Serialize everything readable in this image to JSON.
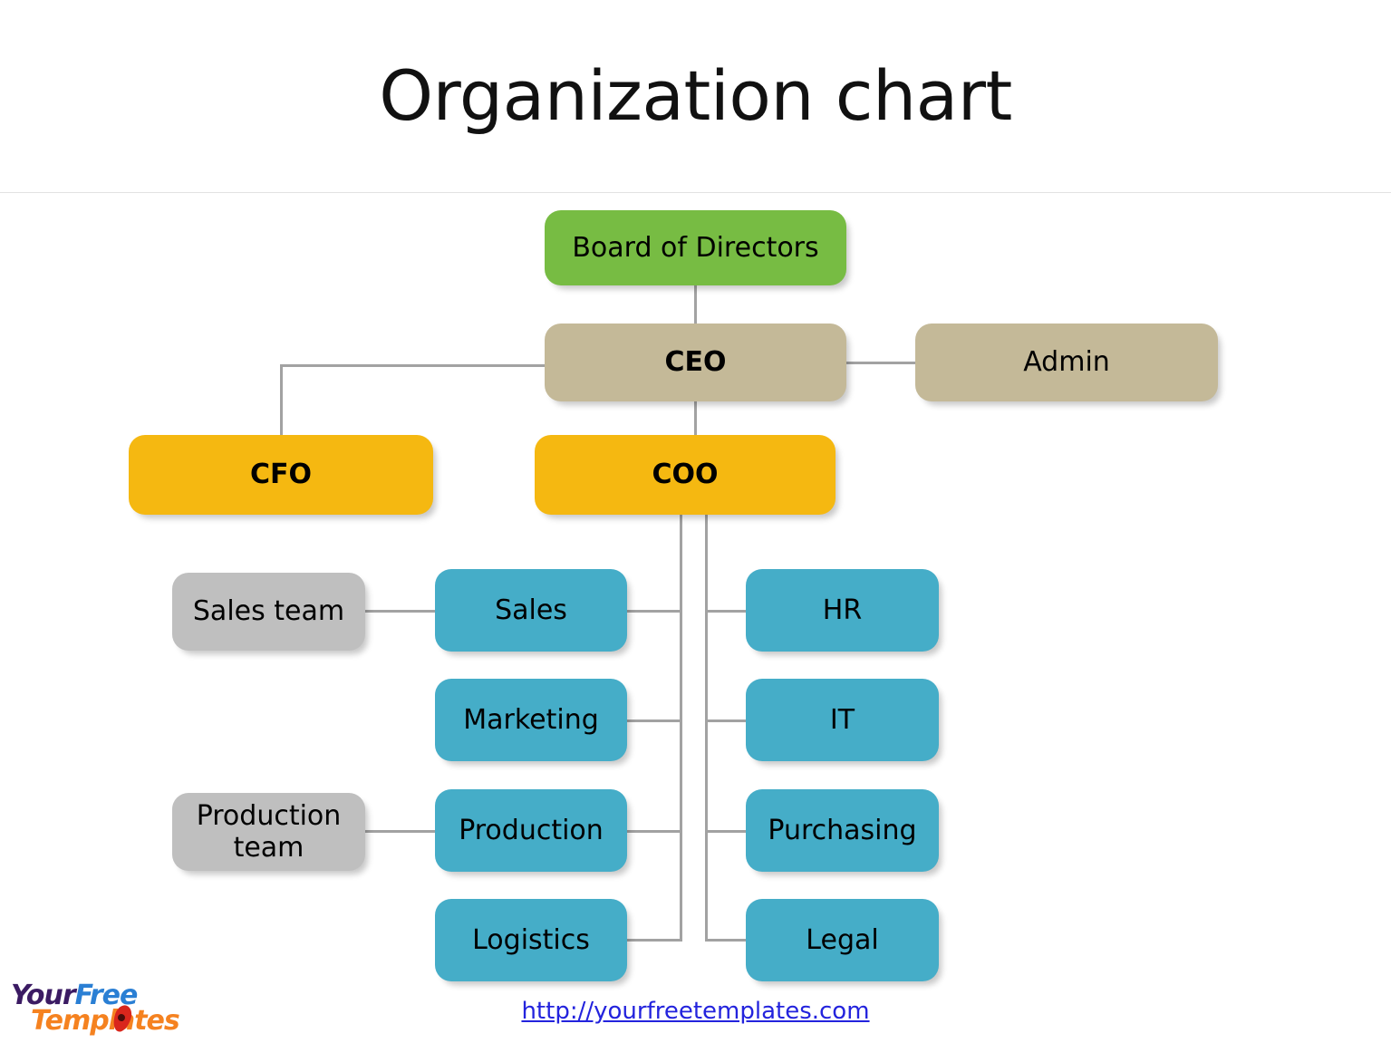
{
  "page": {
    "title": "Organization chart",
    "background_color": "#ffffff"
  },
  "footer": {
    "url_text": "http://yourfreetemplates.com",
    "url_color": "#2323dd",
    "logo": {
      "word_1": "Your",
      "word_2": "Free",
      "word_3": "Templates",
      "color_1": "#3b1b63",
      "color_2": "#2a7fd4",
      "color_3": "#f58220",
      "pin_color": "#d9261c"
    }
  },
  "palette": {
    "green": "#77bc43",
    "tan": "#c4b998",
    "amber": "#f5b811",
    "blue": "#45adc8",
    "gray": "#bfbfbf",
    "connector": "#a2a2a2"
  },
  "chart_data": {
    "type": "diagram",
    "title": "Organization chart",
    "nodes": [
      {
        "id": "board",
        "label": "Board of Directors",
        "color": "#77bc43",
        "bold": false,
        "level": 0
      },
      {
        "id": "ceo",
        "label": "CEO",
        "color": "#c4b998",
        "bold": true,
        "level": 1
      },
      {
        "id": "admin",
        "label": "Admin",
        "color": "#c4b998",
        "bold": false,
        "level": 1
      },
      {
        "id": "cfo",
        "label": "CFO",
        "color": "#f5b811",
        "bold": true,
        "level": 2
      },
      {
        "id": "coo",
        "label": "COO",
        "color": "#f5b811",
        "bold": true,
        "level": 2
      },
      {
        "id": "sales",
        "label": "Sales",
        "color": "#45adc8",
        "bold": false,
        "level": 3
      },
      {
        "id": "marketing",
        "label": "Marketing",
        "color": "#45adc8",
        "bold": false,
        "level": 3
      },
      {
        "id": "production",
        "label": "Production",
        "color": "#45adc8",
        "bold": false,
        "level": 3
      },
      {
        "id": "logistics",
        "label": "Logistics",
        "color": "#45adc8",
        "bold": false,
        "level": 3
      },
      {
        "id": "hr",
        "label": "HR",
        "color": "#45adc8",
        "bold": false,
        "level": 3
      },
      {
        "id": "it",
        "label": "IT",
        "color": "#45adc8",
        "bold": false,
        "level": 3
      },
      {
        "id": "purchasing",
        "label": "Purchasing",
        "color": "#45adc8",
        "bold": false,
        "level": 3
      },
      {
        "id": "legal",
        "label": "Legal",
        "color": "#45adc8",
        "bold": false,
        "level": 3
      },
      {
        "id": "salesteam",
        "label": "Sales team",
        "color": "#bfbfbf",
        "bold": false,
        "level": 4
      },
      {
        "id": "prodteam",
        "label": "Production team",
        "color": "#bfbfbf",
        "bold": false,
        "level": 4
      }
    ],
    "edges": [
      {
        "from": "board",
        "to": "ceo"
      },
      {
        "from": "ceo",
        "to": "admin"
      },
      {
        "from": "ceo",
        "to": "cfo"
      },
      {
        "from": "ceo",
        "to": "coo"
      },
      {
        "from": "coo",
        "to": "sales"
      },
      {
        "from": "coo",
        "to": "marketing"
      },
      {
        "from": "coo",
        "to": "production"
      },
      {
        "from": "coo",
        "to": "logistics"
      },
      {
        "from": "coo",
        "to": "hr"
      },
      {
        "from": "coo",
        "to": "it"
      },
      {
        "from": "coo",
        "to": "purchasing"
      },
      {
        "from": "coo",
        "to": "legal"
      },
      {
        "from": "sales",
        "to": "salesteam"
      },
      {
        "from": "production",
        "to": "prodteam"
      }
    ]
  }
}
